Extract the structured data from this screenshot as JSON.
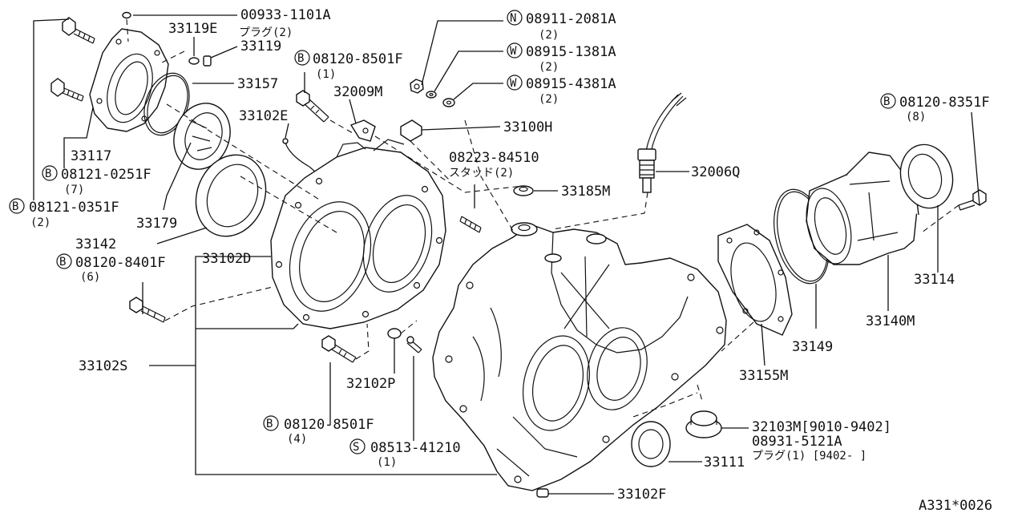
{
  "callouts": {
    "c00933": "00933-1101A",
    "c00933_sub": "プラグ(2)",
    "c33119e": "33119E",
    "c33119": "33119",
    "c08120_8501f_a_sym": "B",
    "c08120_8501f_a": "08120-8501F",
    "c08120_8501f_a_qty": "(1)",
    "c08911_sym": "N",
    "c08911": "08911-2081A",
    "c08911_qty": "(2)",
    "c08915_1381_sym": "W",
    "c08915_1381": "08915-1381A",
    "c08915_1381_qty": "(2)",
    "c08915_4381_sym": "W",
    "c08915_4381": "08915-4381A",
    "c08915_4381_qty": "(2)",
    "c33157": "33157",
    "c32009m": "32009M",
    "c33102e": "33102E",
    "c33100h": "33100H",
    "c08120_8351f_sym": "B",
    "c08120_8351f": "08120-8351F",
    "c08120_8351f_qty": "(8)",
    "c33117": "33117",
    "c08121_0251f_sym": "B",
    "c08121_0251f": "08121-0251F",
    "c08121_0251f_qty": "(7)",
    "c08121_0351f_sym": "B",
    "c08121_0351f": "08121-0351F",
    "c08121_0351f_qty": "(2)",
    "c08223": "08223-84510",
    "c08223_sub": "スタッド(2)",
    "c32006q": "32006Q",
    "c33185m": "33185M",
    "c33179": "33179",
    "c33142": "33142",
    "c08120_8401f_sym": "B",
    "c08120_8401f": "08120-8401F",
    "c08120_8401f_qty": "(6)",
    "c33102d": "33102D",
    "c33114": "33114",
    "c33140m": "33140M",
    "c33149": "33149",
    "c33155m": "33155M",
    "c33102s": "33102S",
    "c32102p": "32102P",
    "c08120_8501f_b_sym": "B",
    "c08120_8501f_b": "08120-8501F",
    "c08120_8501f_b_qty": "(4)",
    "c08513_sym": "S",
    "c08513": "08513-41210",
    "c08513_qty": "(1)",
    "c32103m": "32103M[9010-9402]",
    "c08931": "08931-5121A",
    "c08931_sub": "プラグ(1) [9402-   ]",
    "c33111": "33111",
    "c33102f": "33102F"
  },
  "figure_id": "A331*0026"
}
